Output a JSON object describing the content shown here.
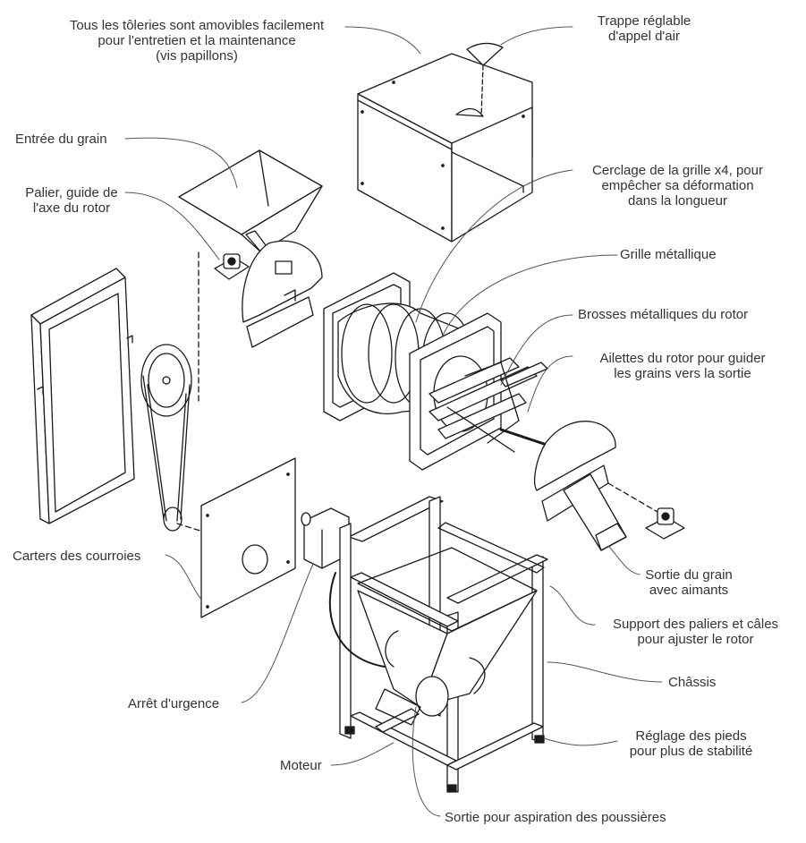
{
  "labels": {
    "toleries": [
      "Tous les tôleries sont amovibles facilement",
      "pour l'entretien et la maintenance",
      "(vis papillons)"
    ],
    "trappe": [
      "Trappe réglable",
      "d'appel d'air"
    ],
    "entree": [
      "Entrée du grain"
    ],
    "palier": [
      "Palier, guide de",
      "l'axe du rotor"
    ],
    "cerclage": [
      "Cerclage de la grille x4, pour",
      "empêcher sa déformation",
      "dans la longueur"
    ],
    "grille": [
      "Grille métallique"
    ],
    "brosses": [
      "Brosses métalliques du rotor"
    ],
    "ailettes": [
      "Ailettes du rotor pour guider",
      "les grains vers la sortie"
    ],
    "carters": [
      "Carters des courroies"
    ],
    "sortie_grain": [
      "Sortie du grain",
      "avec aimants"
    ],
    "support": [
      "Support des paliers et câles",
      "pour ajuster le rotor"
    ],
    "chassis": [
      "Châssis"
    ],
    "arret": [
      "Arrêt d'urgence"
    ],
    "reglage": [
      "Réglage des pieds",
      "pour plus de stabilité"
    ],
    "moteur": [
      "Moteur"
    ],
    "aspiration": [
      "Sortie pour aspiration des poussières"
    ]
  },
  "colors": {
    "line": "#1a1a1a",
    "leader": "#555555",
    "text": "#333333"
  }
}
